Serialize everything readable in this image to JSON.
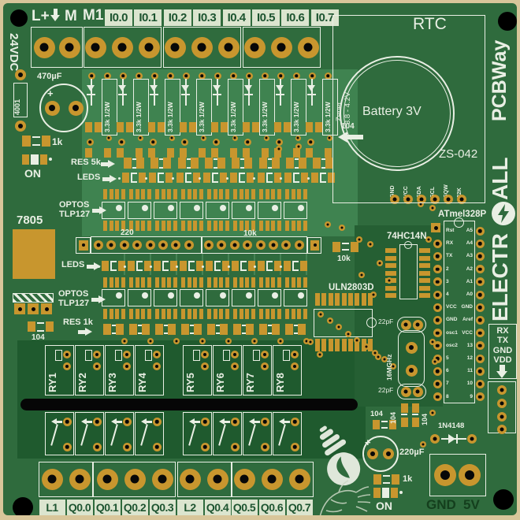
{
  "top": {
    "lplus": "L+",
    "m": "M",
    "m1": "M1",
    "rail": "24VDC",
    "inputs": [
      "I0.0",
      "I0.1",
      "I0.2",
      "I0.3",
      "I0.4",
      "I0.5",
      "I0.6",
      "I0.7"
    ]
  },
  "left": {
    "diode": "4001",
    "cap": "470µF",
    "res": "1k",
    "on": "ON",
    "regulator": "7805"
  },
  "rows": {
    "res5k": "RES 5k",
    "leds": "LEDS",
    "optos": "OPTOS",
    "tlp": "TLP127",
    "res1k": "RES 1k",
    "r220": "220",
    "r10k": "10k",
    "c104": "104",
    "zener_res": "3.3k 1/2W",
    "zener": "Zener",
    "zener_range": "3.8 - 4.2V",
    "count": 8
  },
  "rtc": {
    "title": "RTC",
    "battery": "Battery 3V",
    "model": "ZS-042",
    "pins": [
      "GND",
      "VCC",
      "SDA",
      "SCL",
      "SQW",
      "32K"
    ]
  },
  "brand": {
    "pcbway": "PCBWay",
    "electr": "ELECTR",
    "all": "ALL"
  },
  "mcu": {
    "label": "ATmel328P",
    "left_pins": [
      "Rst",
      "RX",
      "TX",
      "2",
      "3",
      "4",
      "VCC",
      "GND",
      "osc1",
      "osc2",
      "5",
      "6",
      "7",
      "8"
    ],
    "right_pins": [
      "A5",
      "A4",
      "A3",
      "A2",
      "A1",
      "A0",
      "GND",
      "Aref",
      "VCC",
      "13",
      "12",
      "11",
      "10",
      "9"
    ]
  },
  "ics": {
    "inverter": "74HC14N",
    "driver": "ULN2803D",
    "cap22": "22pF",
    "crystal": "16MGHz"
  },
  "serial": {
    "labels": [
      "RX",
      "TX",
      "GND",
      "VDD"
    ]
  },
  "br": {
    "diode": "1N4148",
    "cap": "220µF",
    "gnd": "GND",
    "v5": "5V"
  },
  "relays": [
    "RY1",
    "RY2",
    "RY3",
    "RY4",
    "RY5",
    "RY6",
    "RY7",
    "RY8"
  ],
  "outputs": [
    "L1",
    "Q0.0",
    "Q0.1",
    "Q0.2",
    "Q0.3",
    "L2",
    "Q0.4",
    "Q0.5",
    "Q0.6",
    "Q0.7"
  ],
  "misc": {
    "plus": "+"
  },
  "colors": {
    "board": "#2f6b3d",
    "pad": "#c8962e",
    "silk": "#e9efe4",
    "strip_bg": "#dbe5cf",
    "strip_text": "#1d5430",
    "edge": "#d8c69a"
  }
}
